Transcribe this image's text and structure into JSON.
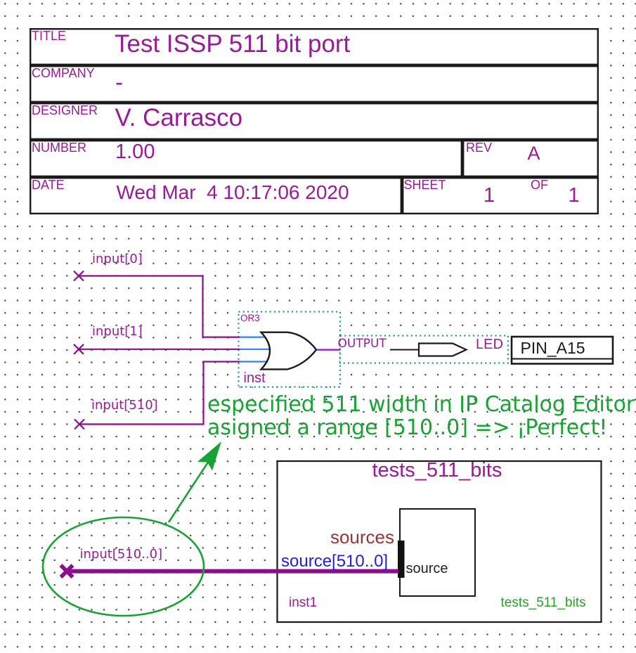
{
  "app": "schematic-editor-canvas",
  "title_block": {
    "rows": [
      {
        "label": "TITLE",
        "value": "Test ISSP 511 bit port"
      },
      {
        "label": "COMPANY",
        "value": "-"
      },
      {
        "label": "DESIGNER",
        "value": "V. Carrasco"
      },
      {
        "label": "NUMBER",
        "value": "1.00"
      },
      {
        "label": "REV",
        "value": "A"
      },
      {
        "label": "DATE",
        "value": "Wed Mar  4 10:17:06 2020"
      },
      {
        "label": "SHEET",
        "value": "1"
      },
      {
        "label": "OF",
        "value": "1"
      }
    ]
  },
  "pins": {
    "input0": "input[0]",
    "input1": "input[1]",
    "input510": "input[510]",
    "bus": "input[510..0]"
  },
  "gate": {
    "type": "OR3",
    "instance": "inst"
  },
  "output_pin": {
    "label": "OUTPUT",
    "name": "LED",
    "location": "PIN_A15"
  },
  "annotation": {
    "line1": "especified 511 width in IP Catalog Editor",
    "line2": "asigned a range [510..0] => ¡Perfect!"
  },
  "block": {
    "title": "tests_511_bits",
    "port_group": "sources",
    "port": "source[510..0]",
    "port_inner": "source",
    "instance": "inst1",
    "type_label": "tests_511_bits"
  },
  "colors": {
    "wire_purple": "#8d0d8d",
    "label_purple": "#981a98",
    "selection_teal": "#008b8b",
    "stub_blue": "#2e80ff",
    "annotation_green": "#19a234",
    "block_type_green": "#27a027",
    "port_group_red": "#993333",
    "port_blue": "#2020e0",
    "grid_dot": "#3c3c3c",
    "ink": "#1a1a1a"
  }
}
